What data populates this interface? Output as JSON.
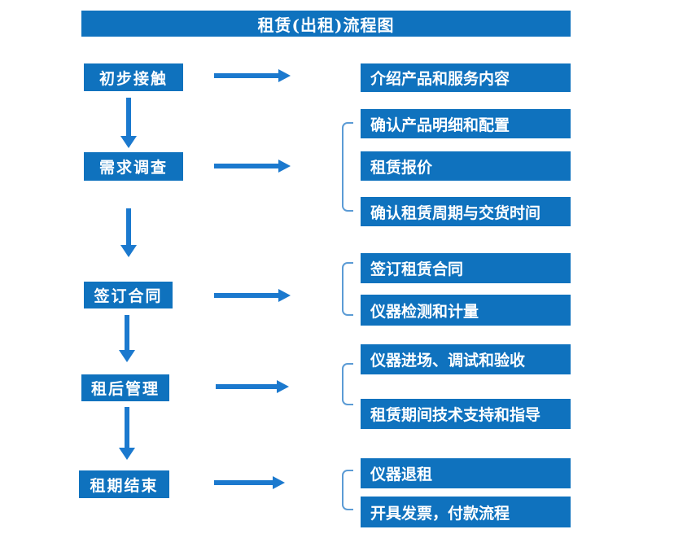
{
  "title": "租赁(出租)流程图",
  "colors": {
    "box_blue": "#0F72BE",
    "arrow_blue": "#1B79CE",
    "bracket_blue": "#5B9BD5",
    "text": "#FFFFFF"
  },
  "steps": [
    {
      "label": "初步接触",
      "details": [
        "介绍产品和服务内容"
      ]
    },
    {
      "label": "需求调查",
      "details": [
        "确认产品明细和配置",
        "租赁报价",
        "确认租赁周期与交货时间"
      ]
    },
    {
      "label": "签订合同",
      "details": [
        "签订租赁合同",
        "仪器检测和计量"
      ]
    },
    {
      "label": "租后管理",
      "details": [
        "仪器进场、调试和验收",
        "租赁期间技术支持和指导"
      ]
    },
    {
      "label": "租期结束",
      "details": [
        "仪器退租",
        "开具发票，付款流程"
      ]
    }
  ]
}
